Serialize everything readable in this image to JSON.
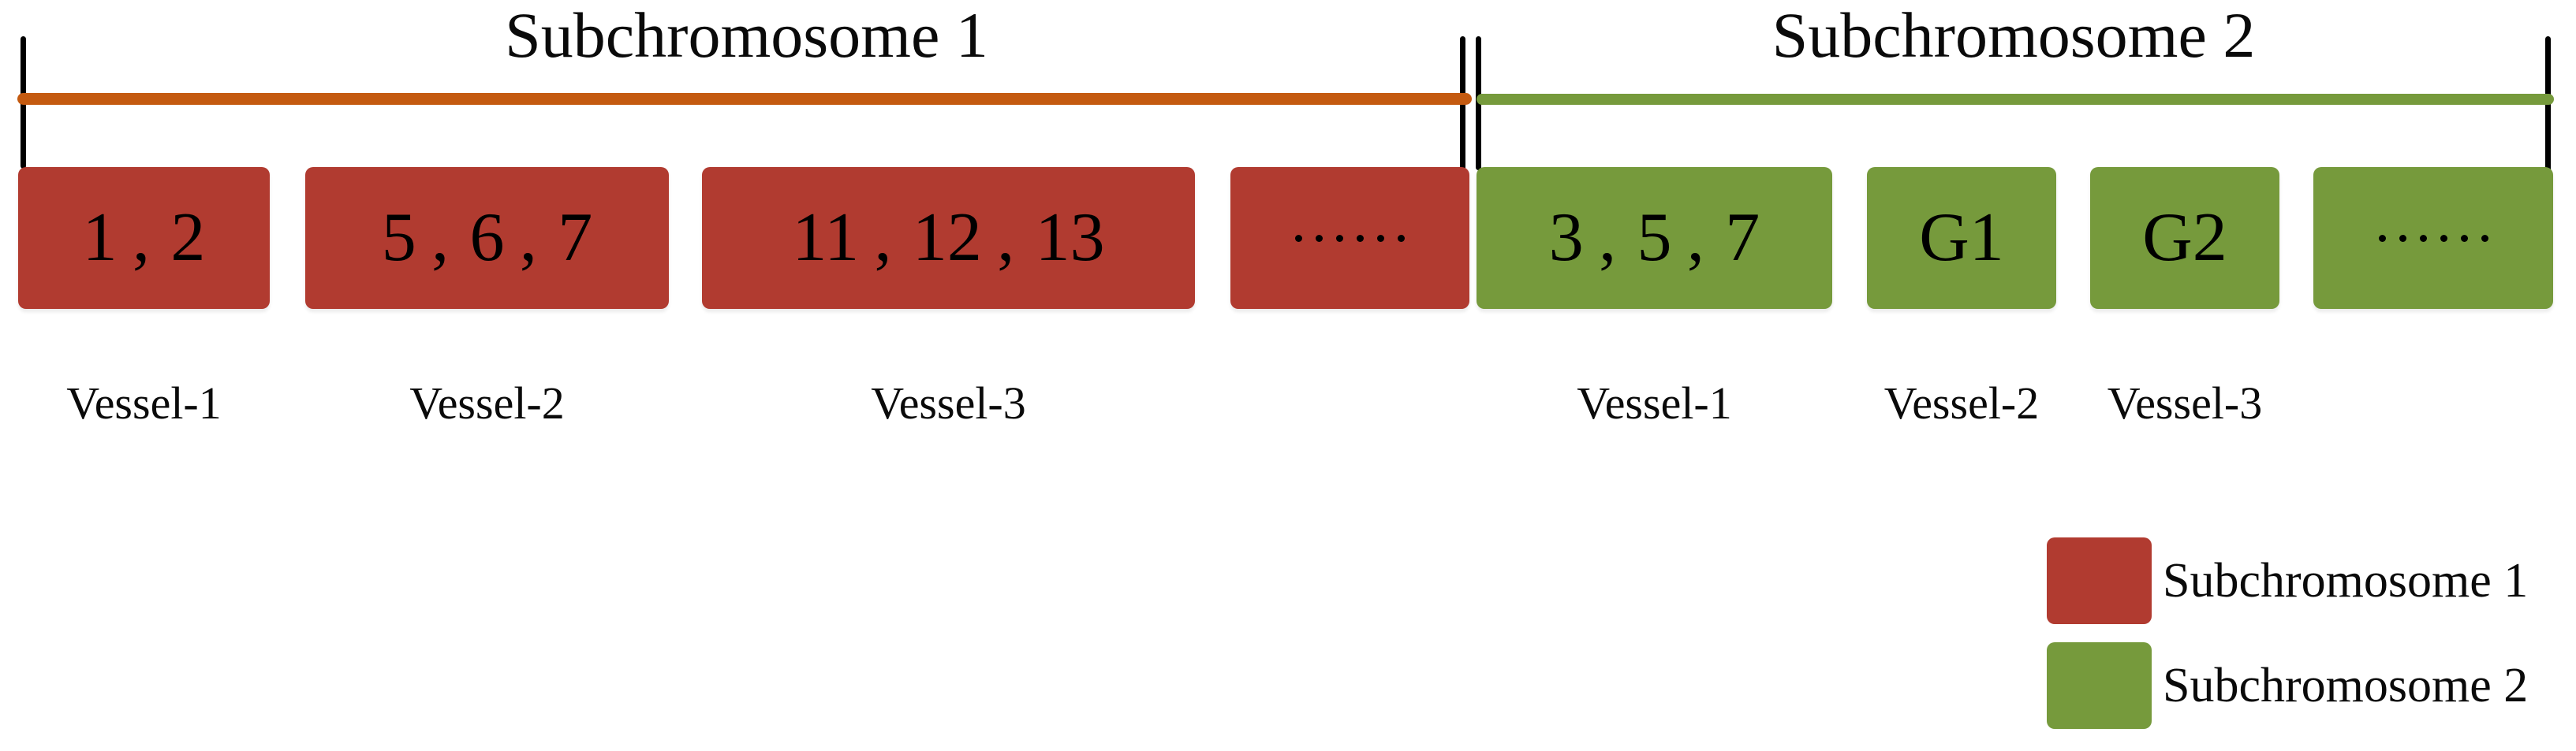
{
  "diagram": {
    "subchromosome1": {
      "title": "Subchromosome 1",
      "box_color": "#B13B30",
      "bracket_color": "#C45A10",
      "boxes": [
        {
          "label": "1、2",
          "vessel": "Vessel-1"
        },
        {
          "label": "5、6、7",
          "vessel": "Vessel-2"
        },
        {
          "label": "11、12、13",
          "vessel": "Vessel-3"
        },
        {
          "label": "……",
          "vessel": ""
        }
      ]
    },
    "subchromosome2": {
      "title": "Subchromosome 2",
      "box_color": "#769A3C",
      "bracket_color": "#769A3C",
      "boxes": [
        {
          "label": "3、5、7",
          "vessel": "Vessel-1"
        },
        {
          "label": "G1",
          "vessel": "Vessel-2"
        },
        {
          "label": "G2",
          "vessel": "Vessel-3"
        },
        {
          "label": "……",
          "vessel": ""
        }
      ]
    },
    "legend": {
      "items": [
        {
          "label": "Subchromosome 1",
          "color": "#B13B30"
        },
        {
          "label": "Subchromosome 2",
          "color": "#769A3C"
        }
      ]
    }
  }
}
